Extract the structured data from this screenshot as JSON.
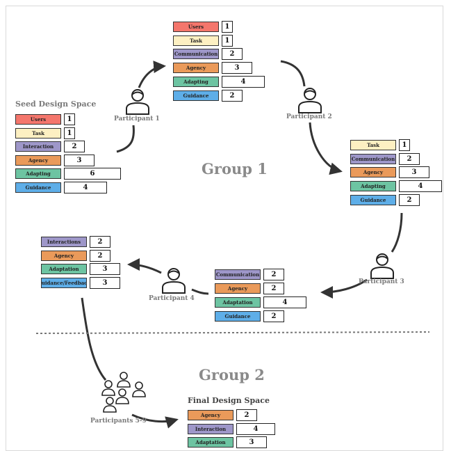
{
  "group1_title": "Group 1",
  "group2_title": "Group 2",
  "seed": {
    "title": "Seed Design Space",
    "rows": [
      {
        "label": "Users",
        "value": "1"
      },
      {
        "label": "Task",
        "value": "1"
      },
      {
        "label": "Interaction",
        "value": "2"
      },
      {
        "label": "Agency",
        "value": "3"
      },
      {
        "label": "Adapting",
        "value": "6"
      },
      {
        "label": "Guidance",
        "value": "4"
      }
    ]
  },
  "p1_space": {
    "rows": [
      {
        "label": "Users",
        "value": "1"
      },
      {
        "label": "Task",
        "value": "1"
      },
      {
        "label": "Communication",
        "value": "2"
      },
      {
        "label": "Agency",
        "value": "3"
      },
      {
        "label": "Adapting",
        "value": "4"
      },
      {
        "label": "Guidance",
        "value": "2"
      }
    ]
  },
  "p2_space": {
    "rows": [
      {
        "label": "Task",
        "value": "1"
      },
      {
        "label": "Communication",
        "value": "2"
      },
      {
        "label": "Agency",
        "value": "3"
      },
      {
        "label": "Adapting",
        "value": "4"
      },
      {
        "label": "Guidance",
        "value": "2"
      }
    ]
  },
  "p3_space": {
    "rows": [
      {
        "label": "Communication",
        "value": "2"
      },
      {
        "label": "Agency",
        "value": "2"
      },
      {
        "label": "Adaptation",
        "value": "4"
      },
      {
        "label": "Guidance",
        "value": "2"
      }
    ]
  },
  "p4_space": {
    "rows": [
      {
        "label": "Interactions",
        "value": "2"
      },
      {
        "label": "Agency",
        "value": "2"
      },
      {
        "label": "Adaptation",
        "value": "3"
      },
      {
        "label": "Guidance/Feedback",
        "value": "3"
      }
    ]
  },
  "final": {
    "title": "Final Design Space",
    "rows": [
      {
        "label": "Agency",
        "value": "2"
      },
      {
        "label": "Interaction",
        "value": "4"
      },
      {
        "label": "Adaptation",
        "value": "3"
      }
    ]
  },
  "participants": {
    "p1": "Participant 1",
    "p2": "Participant 2",
    "p3": "Participant 3",
    "p4": "Participant 4",
    "p59": "Participants 5-9"
  },
  "colors": {
    "users": "#f4766c",
    "task": "#fdf0c2",
    "interaction": "#9e97c9",
    "agency": "#ea9a5a",
    "adapting": "#6dc4a2",
    "guidance": "#5eaee8"
  }
}
